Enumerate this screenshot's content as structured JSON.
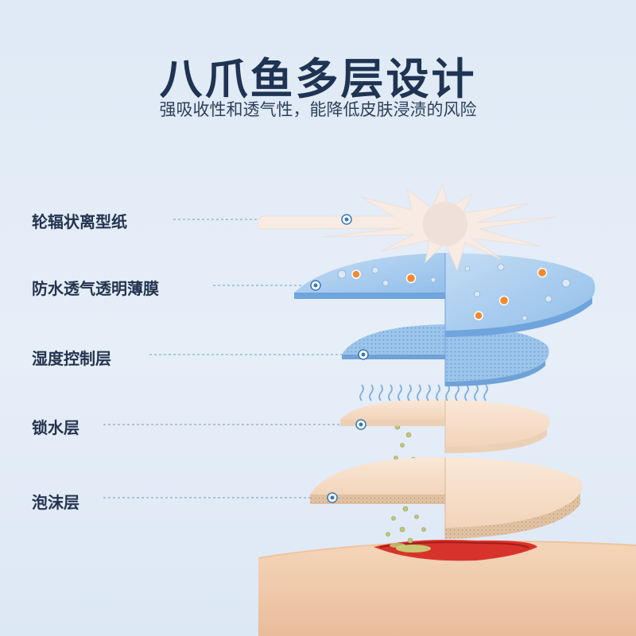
{
  "title": "八爪鱼多层设计",
  "subtitle": "强吸收性和透气性，能降低皮肤浸渍的风险",
  "layers": [
    {
      "label": "轮辐状离型纸"
    },
    {
      "label": "防水透气透明薄膜"
    },
    {
      "label": "湿度控制层"
    },
    {
      "label": "锁水层"
    },
    {
      "label": "泡沫层"
    }
  ],
  "colors": {
    "title": "#1f3353",
    "film": "#a8cdef",
    "moisture_layer": "#8bb9e6",
    "foam": "#f6dcc6",
    "wound": "#d8332a",
    "skin": "#f3c9a5",
    "leader_line": "#6d9dc6"
  }
}
